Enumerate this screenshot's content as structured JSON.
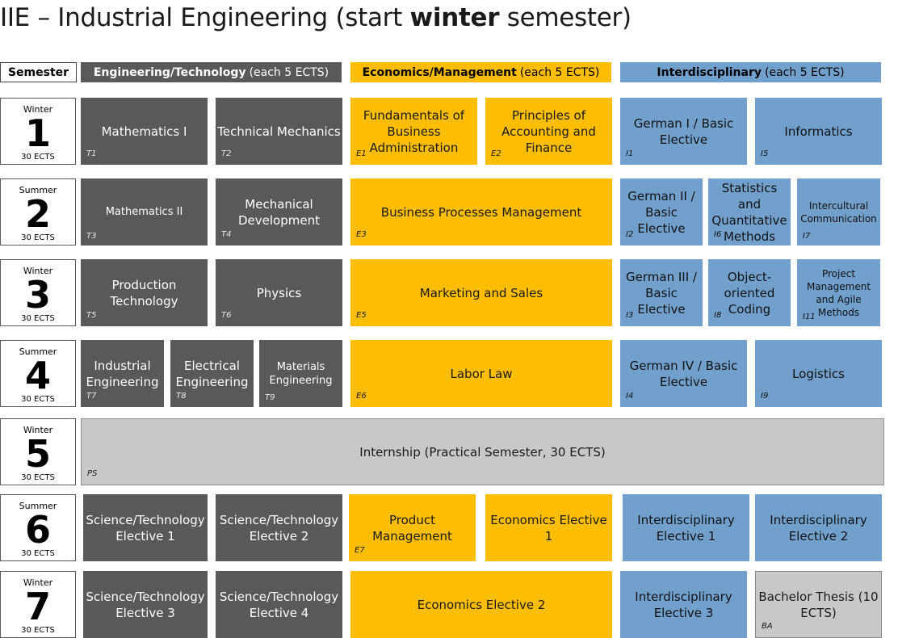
{
  "page_title": {
    "prefix": "IIE – Industrial Engineering (start ",
    "bold": "winter",
    "suffix": " semester)"
  },
  "headers": {
    "semester": "Semester",
    "engineering": {
      "name": "Engineering/Technology",
      "note": "(each 5 ECTS)"
    },
    "economics": {
      "name": "Economics/Management",
      "note": "(each 5 ECTS)"
    },
    "interdisciplinary": {
      "name": "Interdisciplinary",
      "note": "(each 5 ECTS)"
    }
  },
  "colors": {
    "engineering": "#595959",
    "economics": "#fdbd00",
    "interdisciplinary": "#71a0cd",
    "internship_thesis": "#c8c8c8"
  },
  "semesters": [
    {
      "term": "Winter",
      "number": "1",
      "ects": "30 ECTS"
    },
    {
      "term": "Summer",
      "number": "2",
      "ects": "30 ECTS"
    },
    {
      "term": "Winter",
      "number": "3",
      "ects": "30 ECTS"
    },
    {
      "term": "Summer",
      "number": "4",
      "ects": "30 ECTS"
    },
    {
      "term": "Winter",
      "number": "5",
      "ects": "30 ECTS"
    },
    {
      "term": "Summer",
      "number": "6",
      "ects": "30 ECTS"
    },
    {
      "term": "Winter",
      "number": "7",
      "ects": "30 ECTS"
    }
  ],
  "modules": {
    "t1": {
      "name": "Mathematics I",
      "code": "T1"
    },
    "t2": {
      "name": "Technical Mechanics",
      "code": "T2"
    },
    "e1": {
      "name": "Fundamentals of Business Administration",
      "code": "E1"
    },
    "e2": {
      "name": "Principles of Accounting and Finance",
      "code": "E2"
    },
    "i1": {
      "name": "German I / Basic Elective",
      "code": "I1"
    },
    "i5": {
      "name": "Informatics",
      "code": "I5"
    },
    "t3": {
      "name": "Mathematics II",
      "code": "T3"
    },
    "t4": {
      "name": "Mechanical Development",
      "code": "T4"
    },
    "e3": {
      "name": "Business Processes Management",
      "code": "E3"
    },
    "i2": {
      "name": "German II / Basic Elective",
      "code": "I2"
    },
    "i6": {
      "name": "Statistics and Quantitative Methods",
      "code": "I6"
    },
    "i7": {
      "name": "Intercultural Communication",
      "code": "I7"
    },
    "t5": {
      "name": "Production Technology",
      "code": "T5"
    },
    "t6": {
      "name": "Physics",
      "code": "T6"
    },
    "e5": {
      "name": "Marketing and Sales",
      "code": "E5"
    },
    "i3": {
      "name": "German III / Basic Elective",
      "code": "I3"
    },
    "i8": {
      "name": "Object-oriented Coding",
      "code": "I8"
    },
    "i11": {
      "name": "Project Management and Agile Methods",
      "code": "I11"
    },
    "t7": {
      "name": "Industrial Engineering",
      "code": "T7"
    },
    "t8": {
      "name": "Electrical Engineering",
      "code": "T8"
    },
    "t9": {
      "name": "Materials Engineering",
      "code": "T9"
    },
    "e6": {
      "name": "Labor Law",
      "code": "E6"
    },
    "i4": {
      "name": "German IV / Basic Elective",
      "code": "I4"
    },
    "i9": {
      "name": "Logistics",
      "code": "I9"
    },
    "ps": {
      "name": "Internship (Practical Semester, 30 ECTS)",
      "code": "PS"
    },
    "ste1": {
      "name": "Science/Technology Elective 1"
    },
    "ste2": {
      "name": "Science/Technology Elective 2"
    },
    "e7": {
      "name": "Product Management",
      "code": "E7"
    },
    "ee1": {
      "name": "Economics Elective 1"
    },
    "ie1": {
      "name": "Interdisciplinary Elective 1"
    },
    "ie2": {
      "name": "Interdisciplinary Elective 2"
    },
    "ste3": {
      "name": "Science/Technology Elective 3"
    },
    "ste4": {
      "name": "Science/Technology Elective 4"
    },
    "ee2": {
      "name": "Economics Elective 2"
    },
    "ie3": {
      "name": "Interdisciplinary Elective 3"
    },
    "ba": {
      "name": "Bachelor Thesis (10 ECTS)",
      "code": "BA"
    }
  }
}
